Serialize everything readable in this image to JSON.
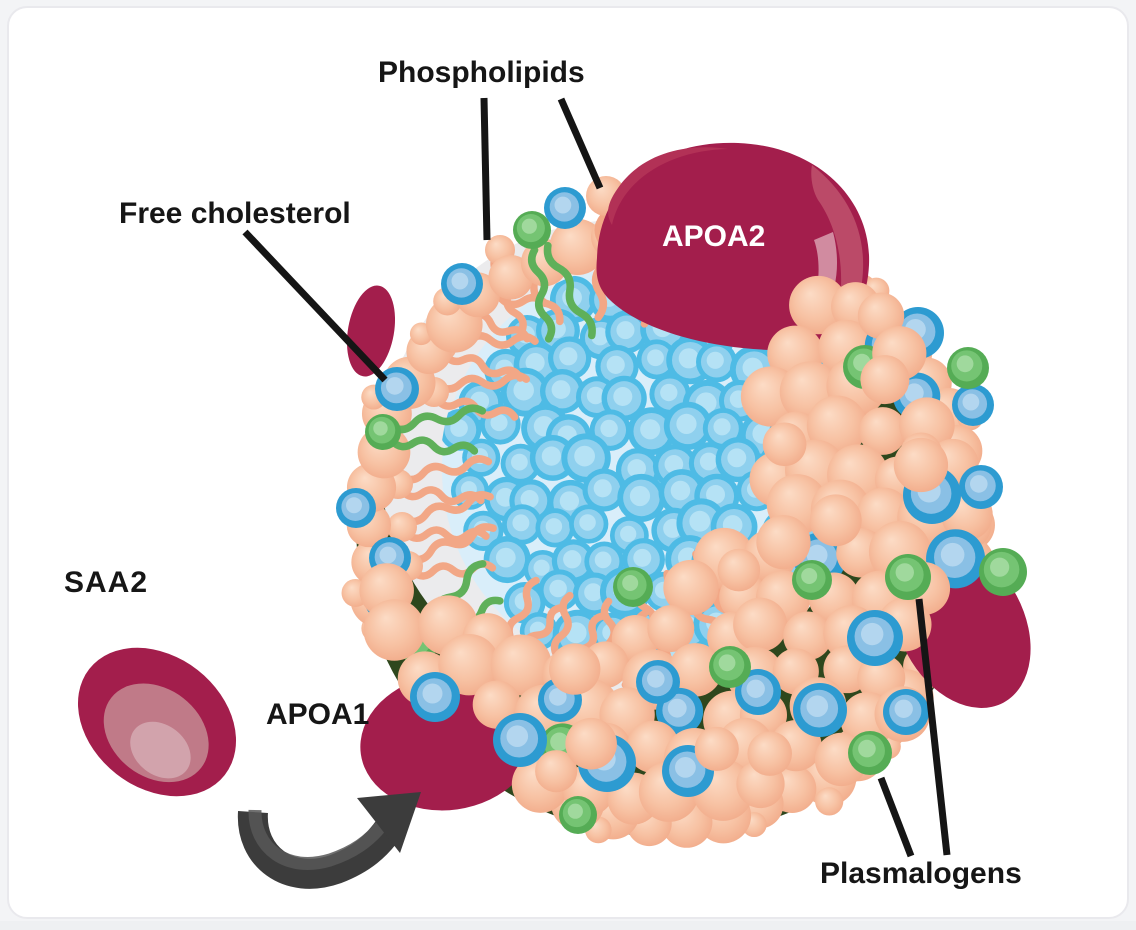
{
  "labels": {
    "phospholipids": {
      "text": "Phospholipids"
    },
    "free_cholesterol": {
      "text": "Free cholesterol"
    },
    "apoa2": {
      "text": "APOA2"
    },
    "saa2": {
      "text": "SAA2"
    },
    "apoa1": {
      "text": "APOA1"
    },
    "plasmalogens": {
      "text": "Plasmalogens"
    }
  },
  "palette": {
    "page_bg": "#f3f4f6",
    "card_bg": "#ffffff",
    "card_border": "#e9e9ed",
    "label": "#161616",
    "pointer": "#151515",
    "dark_bg": "#2e471d",
    "window_gray": "#ebebed",
    "core_bg": "#d9eefa",
    "core_rim": "#4ebbe5",
    "core_mid": "#8fd0ee",
    "core_hi": "#b5e2f5",
    "peach_hi": "#fcdcc6",
    "peach_mid": "#f7c1a2",
    "peach_lo": "#efa17f",
    "peach_tail": "#f2a786",
    "blue_rim": "#2d9bd1",
    "blue_mid": "#8ac0e5",
    "blue_hi": "#b3d6ef",
    "green_base": "#55ac55",
    "green_mid": "#75c473",
    "green_hi": "#a0d99d",
    "green_tail": "#5fb05a",
    "maroon": "#a31e4c",
    "maroon_sheen": "#b23156",
    "maroon_hi": "#bb4a68",
    "maroon_hi2": "#d18ba0",
    "saa2_mid": "#c07a88",
    "saa2_inner": "#d2a3ac",
    "arrow": "#3c3c3c",
    "arrow_hi": "#575757"
  }
}
